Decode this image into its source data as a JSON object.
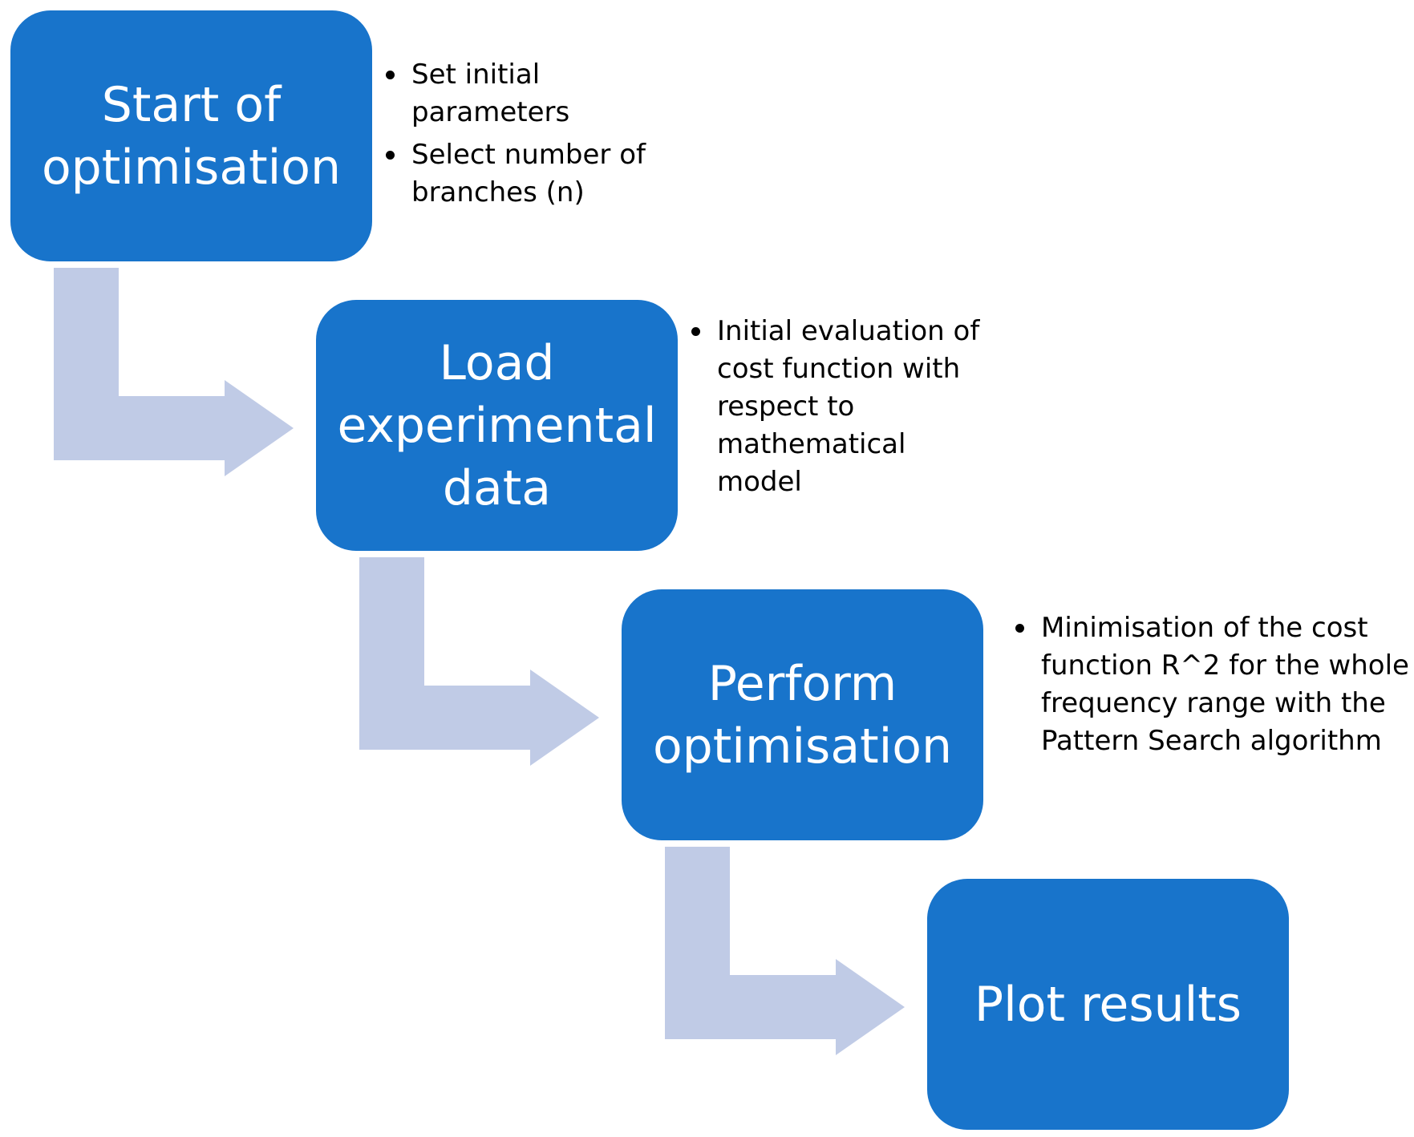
{
  "steps": [
    {
      "label": "Start of\noptimisation",
      "notes": [
        "Set initial parameters",
        "Select number of branches (n)"
      ]
    },
    {
      "label": "Load\nexperimental\ndata",
      "notes": [
        "Initial evaluation of cost function with respect to mathematical model"
      ]
    },
    {
      "label": "Perform\noptimisation",
      "notes": [
        "Minimisation of the cost function R^2 for the whole frequency range with the Pattern Search algorithm"
      ]
    },
    {
      "label": "Plot results",
      "notes": []
    }
  ],
  "colors": {
    "box_fill": "#1874cb",
    "box_text": "#ffffff",
    "arrow_fill": "#c0cbe6",
    "note_text": "#000000"
  }
}
